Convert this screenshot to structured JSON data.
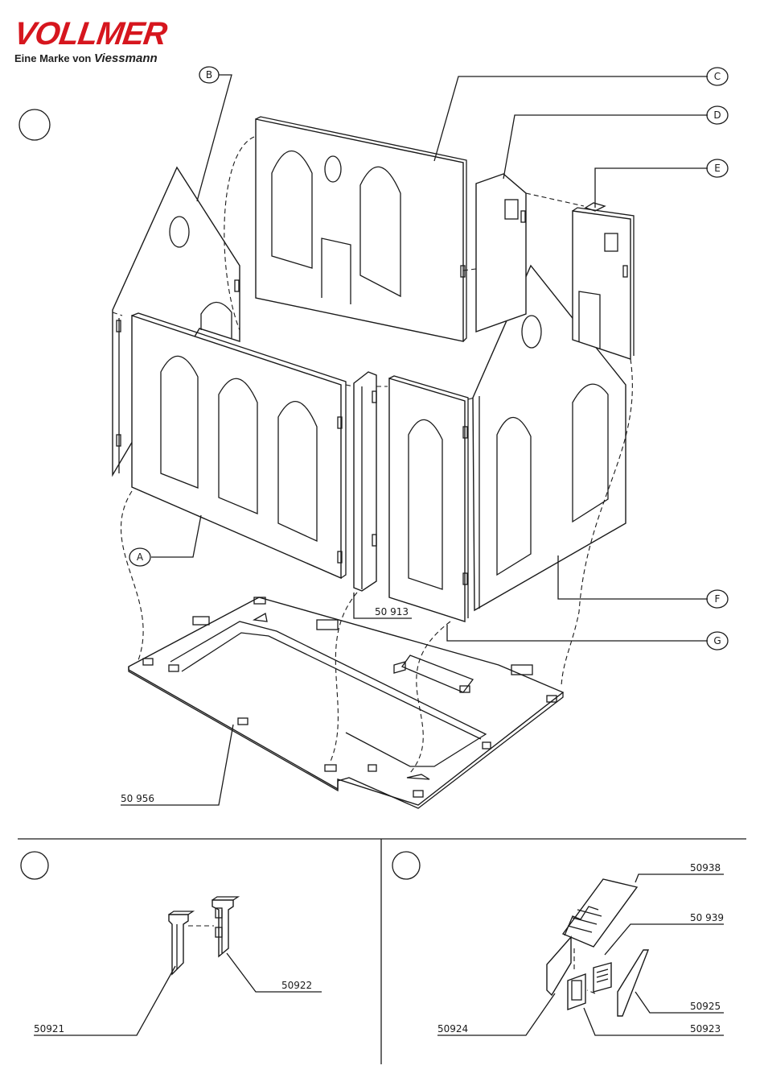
{
  "brand": {
    "name": "VOLLMER",
    "tagline_prefix": "Eine Marke von",
    "tagline_brand": "Viessmann",
    "color": "#d6161e"
  },
  "callouts": {
    "a": "A",
    "b": "B",
    "c": "C",
    "d": "D",
    "e": "E",
    "f": "F",
    "g": "G"
  },
  "part_numbers": {
    "p50913": "50 913",
    "p50956": "50 956",
    "p50921": "50921",
    "p50922": "50922",
    "p50924": "50924",
    "p50938": "50938",
    "p50939": "50 939",
    "p50925": "50925",
    "p50923": "50923"
  }
}
